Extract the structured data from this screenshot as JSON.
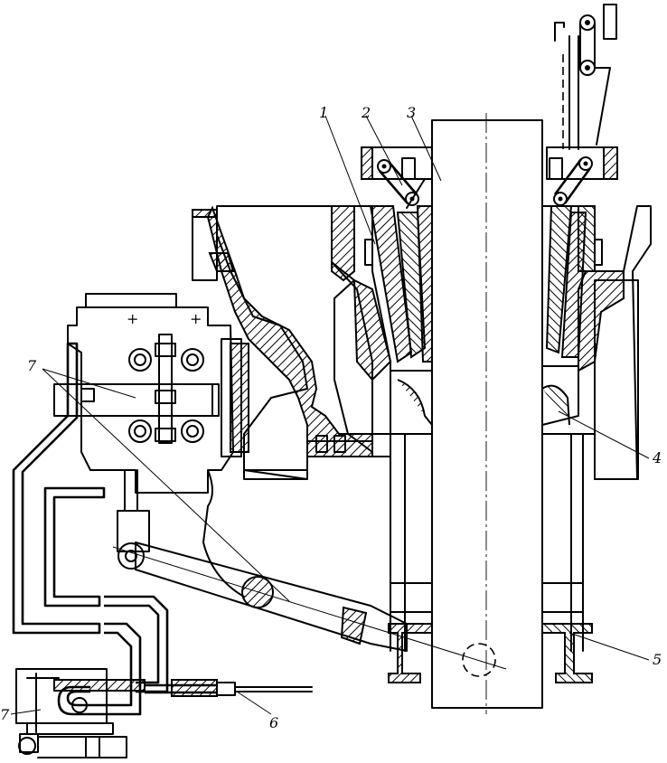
{
  "labels": {
    "l1": "1",
    "l2": "2",
    "l3": "3",
    "l4": "4",
    "l5": "5",
    "l6": "6",
    "l7a": "7",
    "l7b": "7"
  }
}
